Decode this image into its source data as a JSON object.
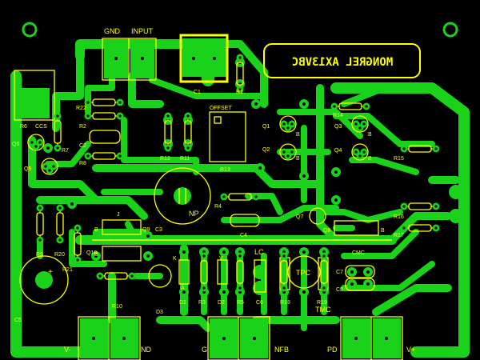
{
  "colors": {
    "background": "#000000",
    "copper": "#19d219",
    "silkscreen": "#ffff00",
    "pad_hole": "#000000"
  },
  "board": {
    "title": "MONGREL AX13VBC",
    "title_mirrored": true
  },
  "connectors": {
    "top_gnd": "GND",
    "top_input": "INPUT",
    "bottom_v_minus": "V-",
    "bottom_nd": "ND",
    "bottom_g": "G",
    "bottom_nfb": "NFB",
    "bottom_pd": "PD",
    "bottom_v_plus": "V+"
  },
  "labels": {
    "c1": "C1",
    "r1": "R1",
    "offset": "OFFSET",
    "r22": "R22",
    "r2": "R2",
    "c2": "C2",
    "r8": "R8",
    "r6": "R6",
    "ccs": "CCS",
    "r7": "R7",
    "q6": "Q6",
    "q5": "Q5",
    "r12": "R12",
    "r11": "R11",
    "r13": "R13",
    "q1": "Q1",
    "q2": "Q2",
    "r14": "R14",
    "q3": "Q3",
    "q4": "Q4",
    "r15": "R15",
    "np": "NP",
    "r4": "R4",
    "c4": "C4",
    "q7": "Q7",
    "q8": "Q8",
    "r16": "R16",
    "r17": "R17",
    "q9": "Q9",
    "c3": "C3",
    "j": "J",
    "b": "B",
    "r9": "R9",
    "r20": "R20",
    "q10": "Q10",
    "r21": "R21",
    "c5": "C5",
    "r10": "R10",
    "d3": "D3",
    "d1": "D1",
    "r3": "R3",
    "d2": "D2",
    "r5": "R5",
    "c6": "C6",
    "lc": "LC",
    "r18": "R18",
    "tpc": "TPC",
    "r19": "R19",
    "tmc": "TMC",
    "cmc": "CMC",
    "c7": "C7",
    "c8": "C8",
    "a": "A",
    "k": "K",
    "v": "V",
    "plus": "+"
  }
}
